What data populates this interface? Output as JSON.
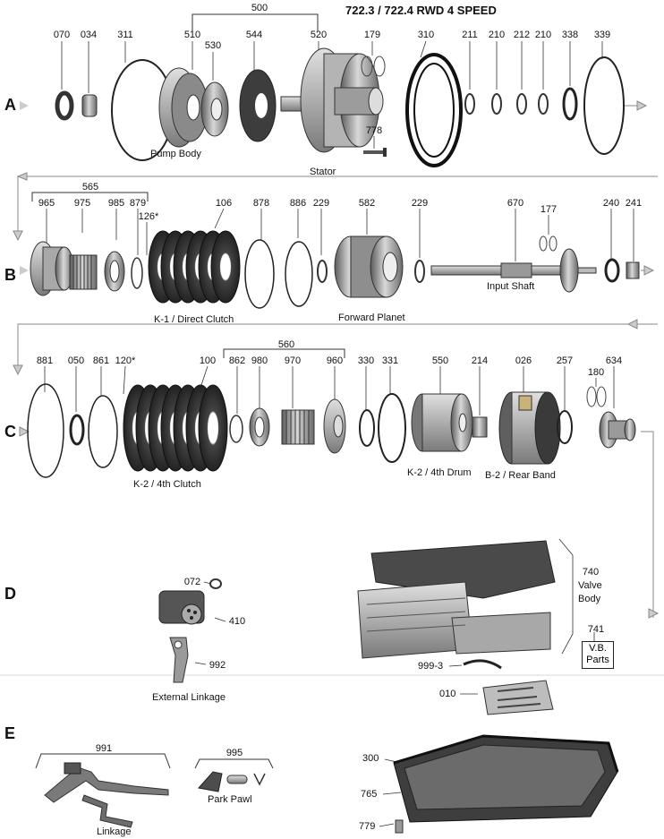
{
  "header": {
    "title": "722.3 / 722.4   RWD 4 SPEED"
  },
  "rows": [
    {
      "id": "A",
      "label": "A"
    },
    {
      "id": "B",
      "label": "B"
    },
    {
      "id": "C",
      "label": "C"
    },
    {
      "id": "D",
      "label": "D"
    },
    {
      "id": "E",
      "label": "E"
    }
  ],
  "row_a": {
    "group_500": "500",
    "parts": [
      "070",
      "034",
      "311",
      "510",
      "530",
      "544",
      "520",
      "179",
      "310",
      "211",
      "210",
      "212",
      "210",
      "338",
      "339",
      "778"
    ],
    "captions": {
      "pump_body": "Pump Body",
      "stator": "Stator"
    }
  },
  "row_b": {
    "group_565": "565",
    "parts": [
      "965",
      "975",
      "985",
      "879",
      "126*",
      "106",
      "878",
      "886",
      "229",
      "582",
      "229",
      "670",
      "177",
      "240",
      "241"
    ],
    "captions": {
      "k1": "K-1 / Direct Clutch",
      "forward_planet": "Forward  Planet",
      "input_shaft": "Input Shaft"
    }
  },
  "row_c": {
    "group_560": "560",
    "parts": [
      "881",
      "050",
      "861",
      "120*",
      "100",
      "862",
      "980",
      "970",
      "960",
      "330",
      "331",
      "550",
      "214",
      "026",
      "257",
      "180",
      "634"
    ],
    "captions": {
      "k2": "K-2 / 4th Clutch",
      "k2_drum": "K-2 / 4th Drum",
      "b2": "B-2 / Rear Band"
    }
  },
  "row_d": {
    "parts": [
      "072",
      "410",
      "992",
      "740",
      "741",
      "999-3",
      "010"
    ],
    "captions": {
      "external_linkage": "External Linkage",
      "valve_body_1": "Valve",
      "valve_body_2": "Body",
      "vb_parts_1": "V.B.",
      "vb_parts_2": "Parts"
    }
  },
  "row_e": {
    "parts": [
      "991",
      "995",
      "300",
      "765",
      "779"
    ],
    "captions": {
      "linkage": "Linkage",
      "park_pawl": "Park Pawl"
    }
  }
}
